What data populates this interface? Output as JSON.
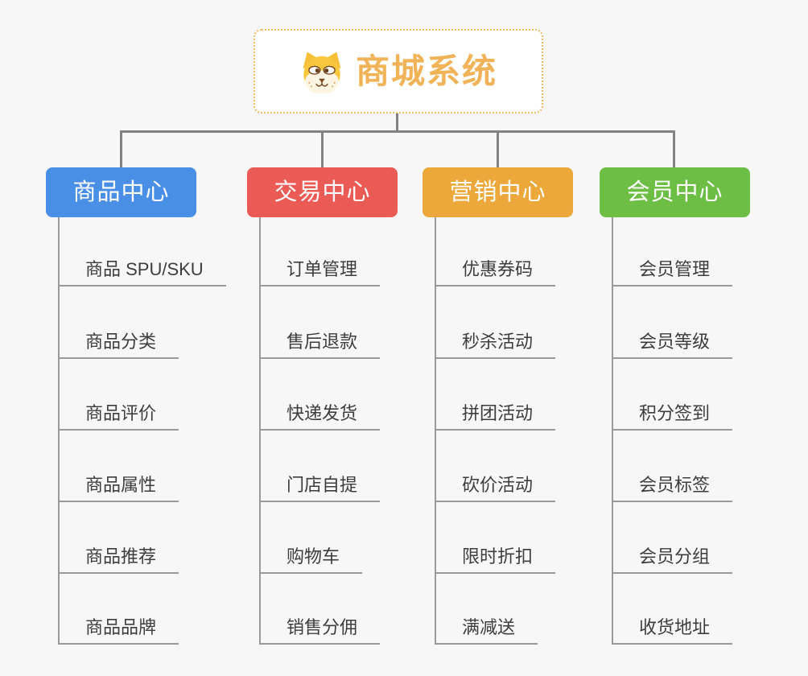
{
  "root": {
    "label": "商城系统",
    "icon": "dog-face-icon",
    "text_color": "#f0b357",
    "border_color": "#f3bb60"
  },
  "branches": [
    {
      "label": "商品中心",
      "color": "#4a8fe6",
      "items": [
        "商品 SPU/SKU",
        "商品分类",
        "商品评价",
        "商品属性",
        "商品推荐",
        "商品品牌"
      ]
    },
    {
      "label": "交易中心",
      "color": "#ea5b55",
      "items": [
        "订单管理",
        "售后退款",
        "快递发货",
        "门店自提",
        "购物车",
        "销售分佣"
      ]
    },
    {
      "label": "营销中心",
      "color": "#eca83b",
      "items": [
        "优惠券码",
        "秒杀活动",
        "拼团活动",
        "砍价活动",
        "限时折扣",
        "满减送"
      ]
    },
    {
      "label": "会员中心",
      "color": "#6dbe44",
      "items": [
        "会员管理",
        "会员等级",
        "积分签到",
        "会员标签",
        "会员分组",
        "收货地址"
      ]
    }
  ],
  "canvas": {
    "background": "#f7f7f7",
    "connector_color": "#828282",
    "leaf_line_color": "#9a9a9a",
    "leaf_text_color": "#3d3d3d"
  }
}
